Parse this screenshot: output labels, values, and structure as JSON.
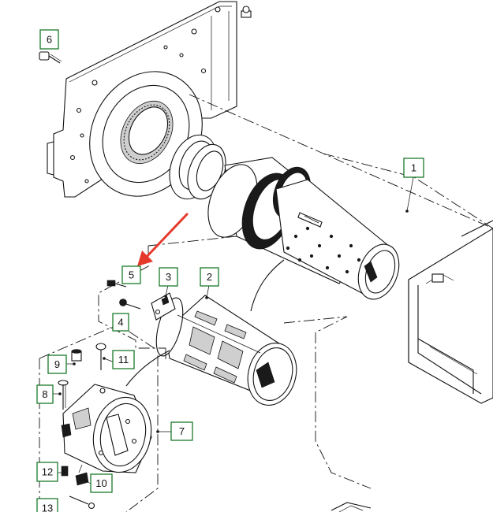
{
  "callouts": [
    {
      "id": "1",
      "label": "1"
    },
    {
      "id": "2",
      "label": "2"
    },
    {
      "id": "3",
      "label": "3"
    },
    {
      "id": "4",
      "label": "4"
    },
    {
      "id": "5",
      "label": "5"
    },
    {
      "id": "6",
      "label": "6"
    },
    {
      "id": "7",
      "label": "7"
    },
    {
      "id": "8",
      "label": "8"
    },
    {
      "id": "9",
      "label": "9"
    },
    {
      "id": "10",
      "label": "10"
    },
    {
      "id": "11",
      "label": "11"
    },
    {
      "id": "12",
      "label": "12"
    },
    {
      "id": "13",
      "label": "13"
    }
  ],
  "colors": {
    "callout_border": "#1a7a2a",
    "pointer_arrow": "#e5392c",
    "line_art": "#111111"
  }
}
